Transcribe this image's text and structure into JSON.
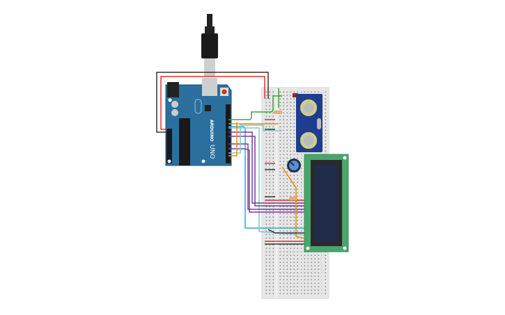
{
  "arduino": {
    "brand": "ARDUINO",
    "model": "UNO"
  },
  "colors": {
    "board": "#2b6f9e",
    "breadboard": "#e8e8e8",
    "lcd_pcb": "#4aa56a",
    "lcd_screen": "#1f2c4a",
    "sensor": "#1e3d8f",
    "wire_red": "#e03030",
    "wire_black": "#333333",
    "wire_green": "#3aa83a",
    "wire_orange": "#f08a00",
    "wire_purple": "#7a3a9a",
    "wire_cyan": "#2aa8d8",
    "wire_teal": "#7fc8cf"
  },
  "components": [
    "arduino-uno",
    "breadboard",
    "ultrasonic-sensor",
    "potentiometer",
    "lcd-16x2",
    "resistor",
    "usb-cable"
  ]
}
